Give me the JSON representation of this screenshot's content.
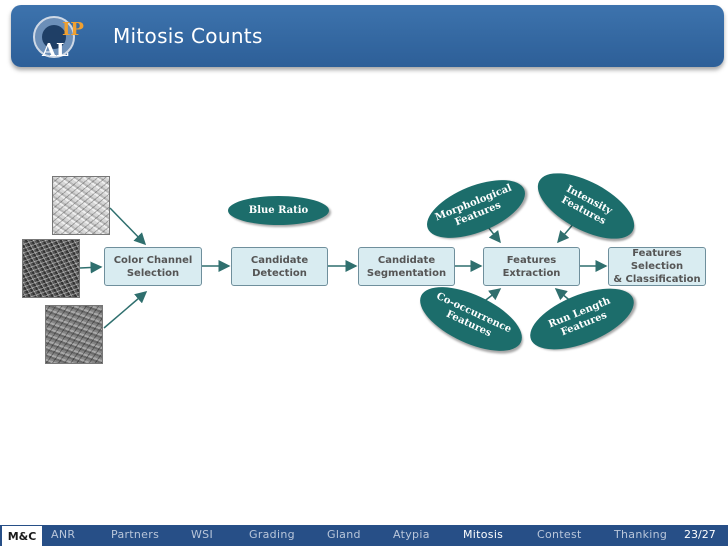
{
  "header": {
    "title": "Mitosis Counts",
    "logo_text": {
      "top": "IP",
      "bottom": "AL"
    }
  },
  "diagram": {
    "boxes": [
      "Color Channel\nSelection",
      "Candidate\nDetection",
      "Candidate\nSegmentation",
      "Features\nExtraction",
      "Features Selection\n& Classification"
    ],
    "ovals": {
      "blue_ratio": "Blue Ratio",
      "morphological": "Morphological\nFeatures",
      "intensity": "Intensity\nFeatures",
      "cooccurrence": "Co-occurrence\nFeatures",
      "run_length": "Run Length\nFeatures"
    }
  },
  "footer": {
    "logo_text": "M&C",
    "nav": [
      "ANR",
      "Partners",
      "WSI",
      "Grading",
      "Gland",
      "Atypia",
      "Mitosis",
      "Contest",
      "Thanking"
    ],
    "active": "Mitosis",
    "page": "23/27"
  },
  "colors": {
    "header_bg": "#3266a3",
    "oval_bg": "#1c6d6b",
    "box_bg": "#d9ecf1",
    "footer_bg": "#274f87"
  }
}
